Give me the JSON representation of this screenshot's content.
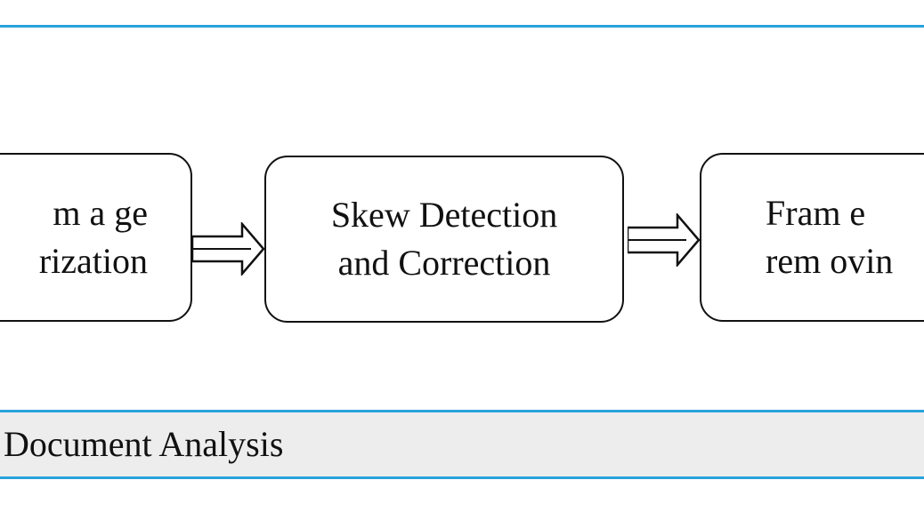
{
  "process_steps": [
    {
      "label": "m a ge\nrization"
    },
    {
      "label": "Skew Detection\nand Correction"
    },
    {
      "label": "Fram e\nrem ovin"
    }
  ],
  "section_label": "Document Analysis",
  "colors": {
    "rule": "#29a3dc",
    "band": "#ededed",
    "stroke": "#111111"
  },
  "icons": [
    "double-arrow-icon"
  ]
}
